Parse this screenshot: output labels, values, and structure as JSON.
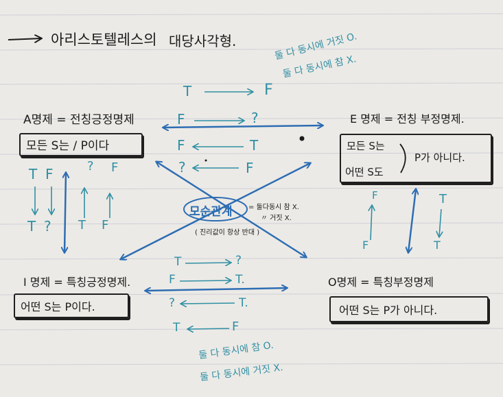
{
  "header": {
    "arrow_icon": "long-right-arrow",
    "title_left": "아리스토텔레스의",
    "title_right": "대당사각형."
  },
  "propositions": {
    "A": {
      "title": "A명제 = 전칭긍정명제",
      "example": "모든 S는 / P이다"
    },
    "E": {
      "title": "E 명제 = 전칭 부정명제.",
      "example_line1": "모든 S는",
      "example_line2": "어떤 S도",
      "example_tail": "P가 아니다."
    },
    "I": {
      "title": "I 명제 = 특칭긍정명제.",
      "example": "어떤 S는 P이다."
    },
    "O": {
      "title": "O명제 = 특칭부정명제",
      "example": "어떤 S는 P가 아니다."
    }
  },
  "top_relation": {
    "note_line1": "둘 다 동시에 거짓 O.",
    "note_line2": "둘 다 동시에 참 X.",
    "rows": [
      {
        "left": "T",
        "right": "F"
      },
      {
        "left": "F",
        "right": "?"
      },
      {
        "left": "F",
        "right": "T"
      },
      {
        "left": "?",
        "right": "F"
      }
    ]
  },
  "bottom_relation": {
    "rows": [
      {
        "left": "T",
        "right": "?"
      },
      {
        "left": "F",
        "right": "T."
      },
      {
        "left": "?",
        "right": "T."
      },
      {
        "left": "T",
        "right": "F"
      }
    ],
    "note_line1": "둘 다 동시에 참 O.",
    "note_line2": "둘 다 동시에 거짓 X."
  },
  "center": {
    "label": "모순관계",
    "note_line1": "= 둘다동시 참 X.",
    "note_line2": "〃 거짓 X.",
    "sub": "( 진리값이 항상 반대 )"
  },
  "left_side": {
    "top_labels": {
      "T": "T",
      "F": "F"
    },
    "bottom_labels": {
      "T": "T",
      "Q": "?"
    },
    "right_col_top": [
      "?",
      "F"
    ],
    "right_col_bottom": [
      "T",
      "F"
    ]
  },
  "right_side": {
    "top_left": "F",
    "bottom_left": "F",
    "top_right": "T",
    "bottom_right": "T"
  },
  "colors": {
    "ink_black": "#1b1b1b",
    "ink_blue": "#2d6db3",
    "ink_teal": "#2f8fa4",
    "paper": "#eceae6",
    "rule": "#cfcfd8"
  }
}
